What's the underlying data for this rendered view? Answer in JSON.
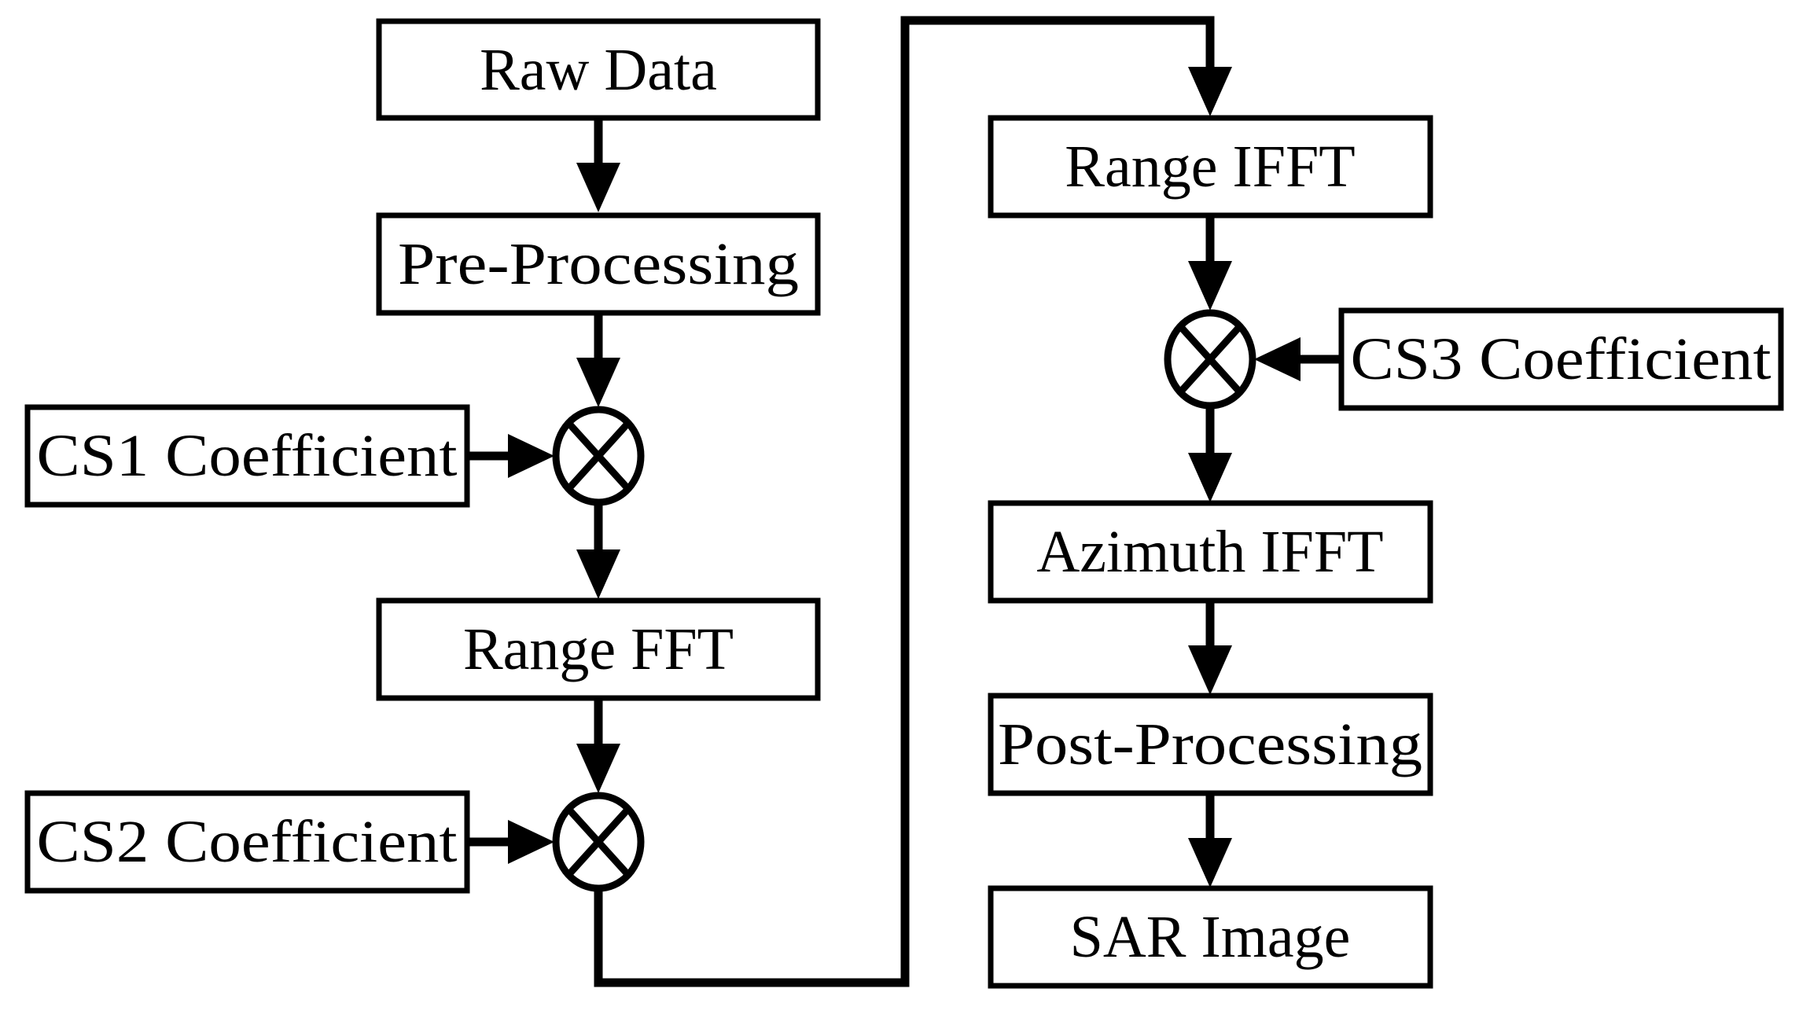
{
  "blocks": {
    "raw_data": "Raw Data",
    "pre_processing": "Pre-Processing",
    "cs1_coefficient": "CS1 Coefficient",
    "range_fft": "Range FFT",
    "cs2_coefficient": "CS2 Coefficient",
    "range_ifft": "Range IFFT",
    "cs3_coefficient": "CS3 Coefficient",
    "azimuth_ifft": "Azimuth IFFT",
    "post_processing": "Post-Processing",
    "sar_image": "SAR Image"
  },
  "multipliers": [
    "multiply-1",
    "multiply-2",
    "multiply-3"
  ],
  "colors": {
    "stroke": "#000000",
    "background": "#ffffff"
  }
}
